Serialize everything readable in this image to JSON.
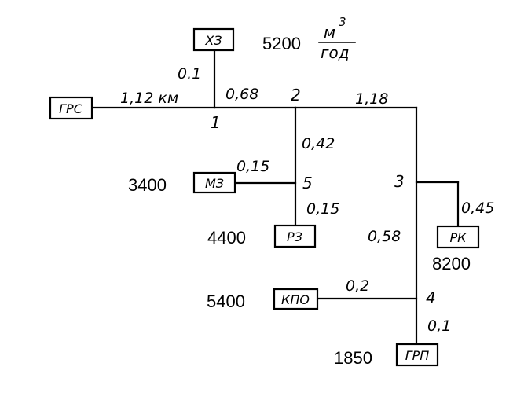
{
  "consumers": {
    "grs": "ГРС",
    "hz": "ХЗ",
    "mz": "МЗ",
    "rz": "РЗ",
    "rk": "РК",
    "kpo": "КПО",
    "grp": "ГРП"
  },
  "flows": {
    "hz": "5200",
    "mz": "3400",
    "rz": "4400",
    "rk": "8200",
    "kpo": "5400",
    "grp": "1850"
  },
  "unit": {
    "numerator": "м",
    "superscript": "3",
    "denominator": "год"
  },
  "lengths": {
    "grs_1": "1,12 км",
    "hz_1": "0.1",
    "s1_2": "0,68",
    "s2_3": "1,18",
    "s2_5": "0,42",
    "mz_5": "0,15",
    "s5_rz": "0,15",
    "s3_rk": "0,45",
    "s3_4": "0,58",
    "kpo_4": "0,2",
    "s4_grp": "0,1"
  },
  "nodes": {
    "n1": "1",
    "n2": "2",
    "n3": "3",
    "n4": "4",
    "n5": "5"
  }
}
